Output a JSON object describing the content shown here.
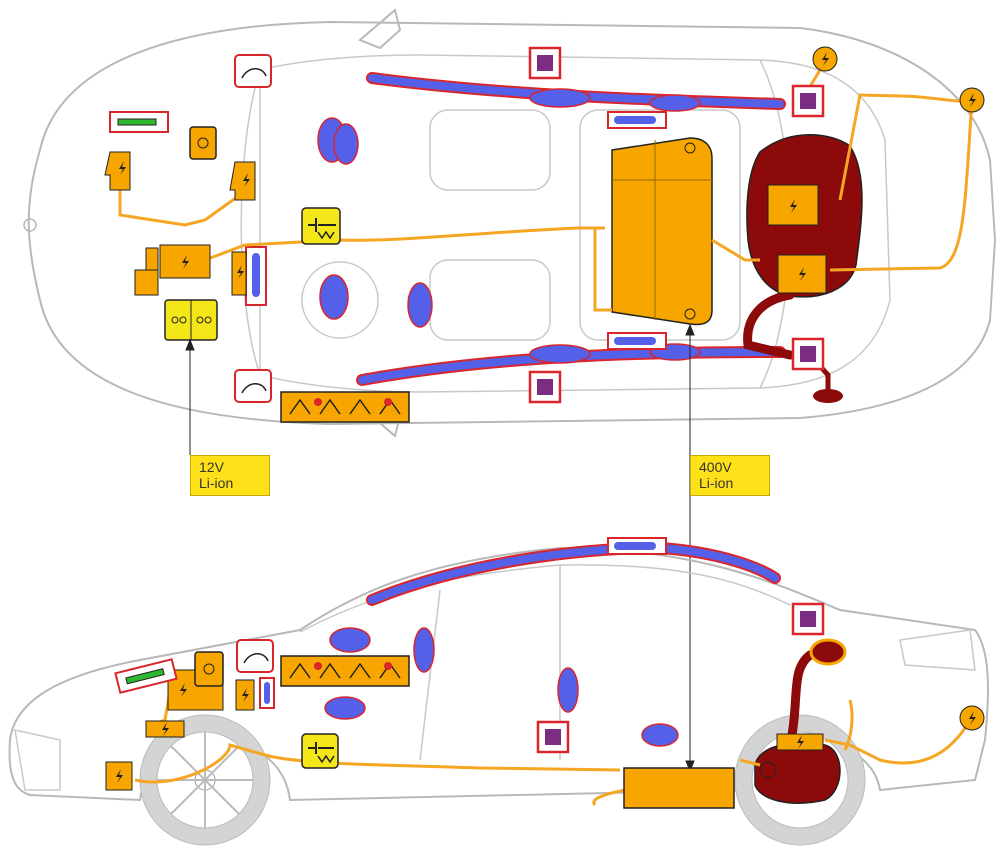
{
  "labels": {
    "battery_12v": {
      "line1": "12V",
      "line2": "Li-ion"
    },
    "battery_400v": {
      "line1": "400V",
      "line2": "Li-ion"
    }
  },
  "colors": {
    "outline": "#b8b8b8",
    "cable": "#f5a623",
    "airbag": "#5560e8",
    "airbag_border": "#d9262c",
    "fuel_tank": "#8c0a0a",
    "battery": "#f7a600",
    "yellow_component": "#f5e61a",
    "label_bg": "#ffe11a"
  },
  "icons": [
    "high-voltage-icon",
    "airbag-icon",
    "gas-strut-icon",
    "pretensioner-icon",
    "airbag-control-unit-icon",
    "battery-icon",
    "hood-release-icon",
    "fuse-icon"
  ]
}
